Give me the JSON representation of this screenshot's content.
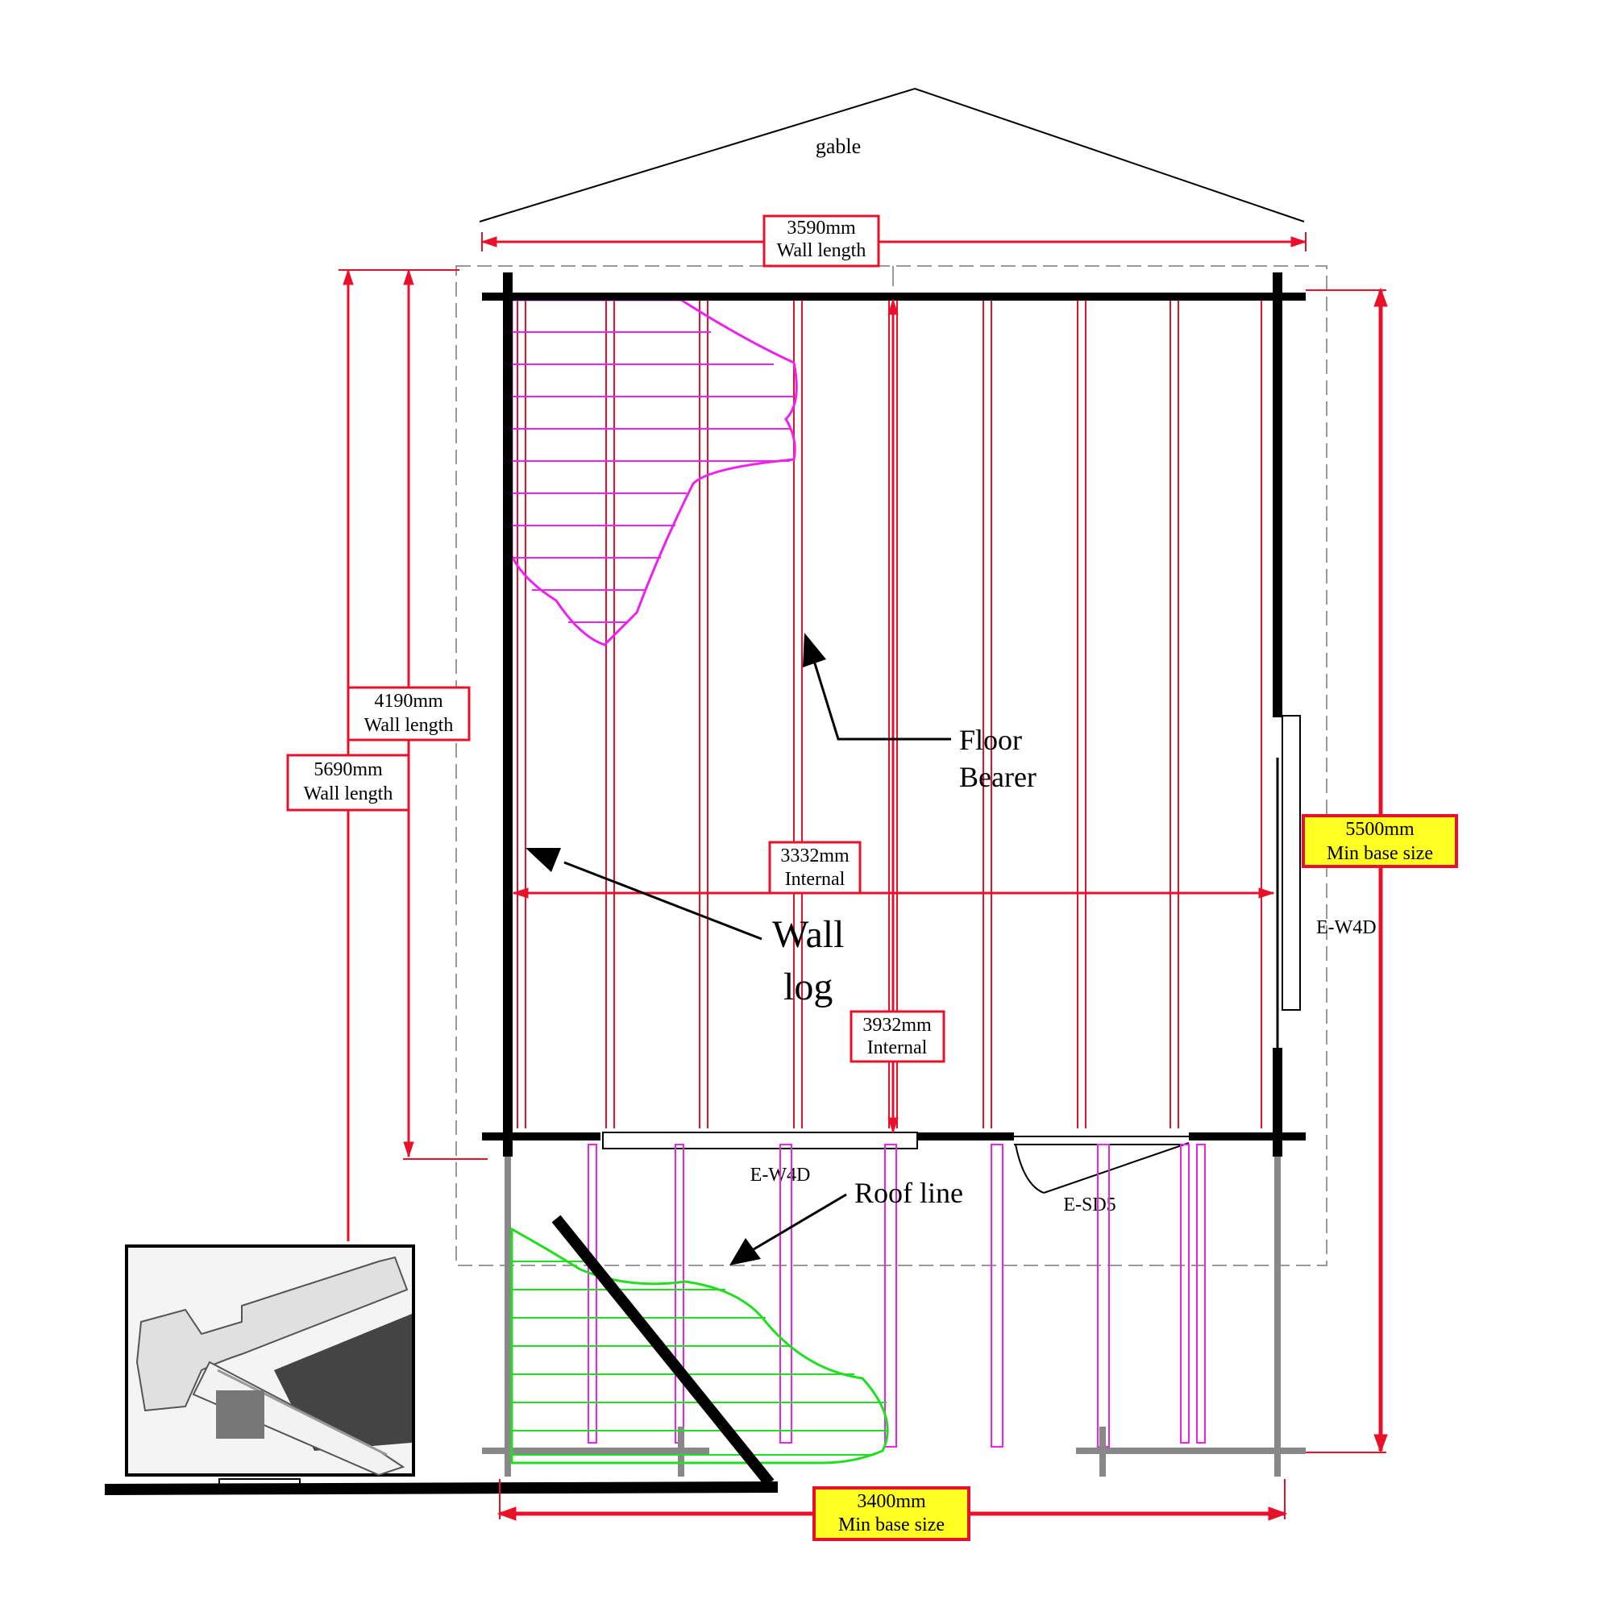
{
  "gable": {
    "label": "gable"
  },
  "dimensions": {
    "wall_length_front": {
      "value": "3590mm",
      "caption": "Wall length"
    },
    "wall_length_side_inner": {
      "value": "4190mm",
      "caption": "Wall length"
    },
    "wall_length_side_outer": {
      "value": "5690mm",
      "caption": "Wall length"
    },
    "internal_width": {
      "value": "3332mm",
      "caption": "Internal"
    },
    "internal_depth": {
      "value": "3932mm",
      "caption": "Internal"
    },
    "min_base_depth": {
      "value": "5500mm",
      "caption": "Min base size"
    },
    "min_base_width": {
      "value": "3400mm",
      "caption": "Min base size"
    }
  },
  "callouts": {
    "floor_bearer": {
      "line1": "Floor",
      "line2": "Bearer"
    },
    "wall_log": {
      "line1": "Wall",
      "line2": "log"
    },
    "roof_line": {
      "label": "Roof line"
    }
  },
  "openings": {
    "side_window": "E-W4D",
    "front_window": "E-W4D",
    "front_door": "E-SD5"
  },
  "colors": {
    "dimension": "#e8102a",
    "wall": "#000000",
    "bearer": "#e8102a",
    "floorboard": "#ee22ee",
    "roof": "#22dd22",
    "highlight": "#ffff22",
    "base": "#888888"
  },
  "inset_photo": {
    "subject": "wall-log-corner-joint-photo"
  }
}
